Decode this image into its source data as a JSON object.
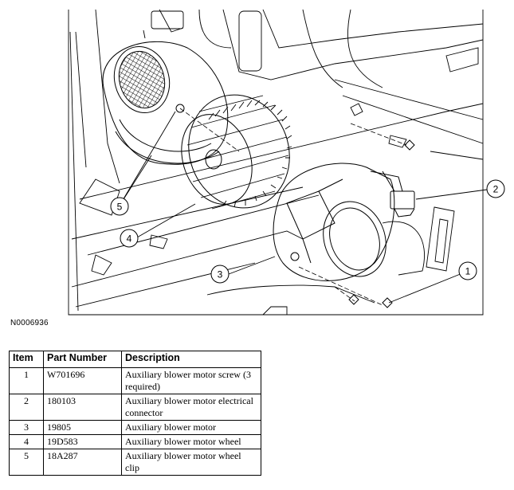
{
  "figure_id": "N0006936",
  "callouts": [
    "1",
    "2",
    "3",
    "4",
    "5"
  ],
  "table": {
    "headers": [
      "Item",
      "Part Number",
      "Description"
    ],
    "rows": [
      {
        "item": "1",
        "part": "W701696",
        "desc": "Auxiliary blower motor screw (3 required)"
      },
      {
        "item": "2",
        "part": "180103",
        "desc": "Auxiliary blower motor electrical connector"
      },
      {
        "item": "3",
        "part": "19805",
        "desc": "Auxiliary blower motor"
      },
      {
        "item": "4",
        "part": "19D583",
        "desc": "Auxiliary blower motor wheel"
      },
      {
        "item": "5",
        "part": "18A287",
        "desc": "Auxiliary blower motor wheel clip"
      }
    ]
  }
}
